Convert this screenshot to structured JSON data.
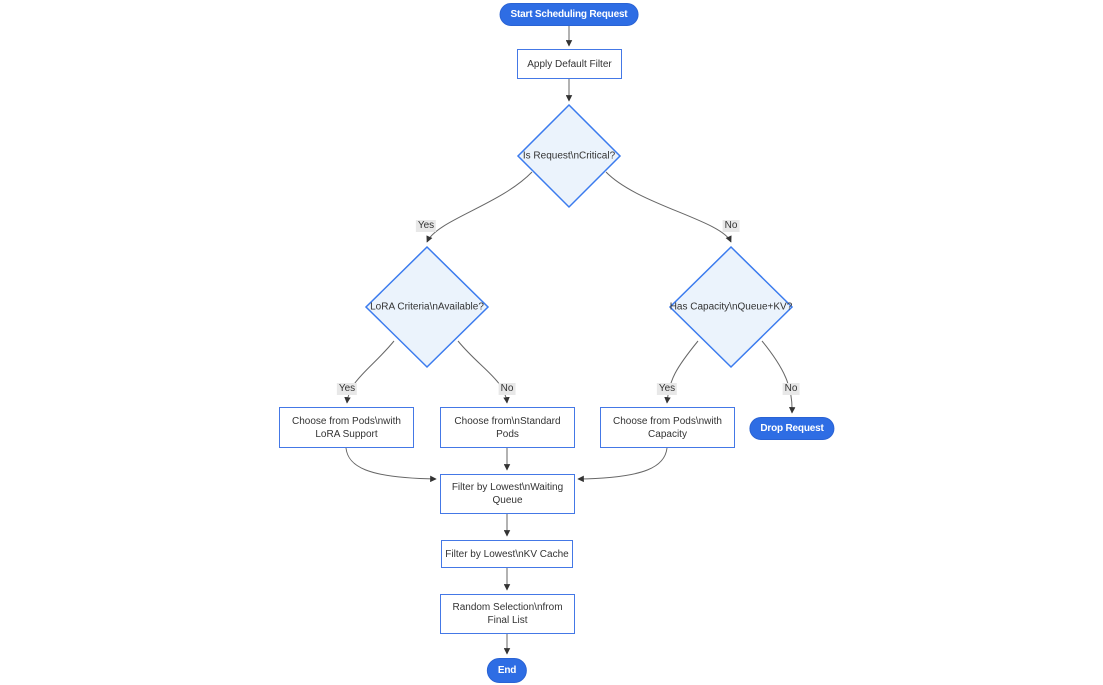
{
  "diagram": {
    "type": "flowchart",
    "direction": "top-down",
    "nodes": {
      "start": {
        "shape": "stadium",
        "label": "Start Scheduling Request"
      },
      "apply_filter": {
        "shape": "rect",
        "label": "Apply Default Filter"
      },
      "is_critical": {
        "shape": "decision",
        "label": "Is Request\\nCritical?"
      },
      "lora_criteria": {
        "shape": "decision",
        "label": "LoRA Criteria\\nAvailable?"
      },
      "has_capacity": {
        "shape": "decision",
        "label": "Has Capacity\\nQueue+KV?"
      },
      "choose_lora_pods": {
        "shape": "rect",
        "label": [
          "Choose from Pods\\nwith",
          "LoRA Support"
        ]
      },
      "choose_standard_pods": {
        "shape": "rect",
        "label": [
          "Choose from\\nStandard",
          "Pods"
        ]
      },
      "choose_capacity_pods": {
        "shape": "rect",
        "label": [
          "Choose from Pods\\nwith",
          "Capacity"
        ]
      },
      "drop_request": {
        "shape": "stadium",
        "label": "Drop Request"
      },
      "filter_waiting_queue": {
        "shape": "rect",
        "label": [
          "Filter by Lowest\\nWaiting",
          "Queue"
        ]
      },
      "filter_kv_cache": {
        "shape": "rect",
        "label": "Filter by Lowest\\nKV Cache"
      },
      "random_selection": {
        "shape": "rect",
        "label": [
          "Random Selection\\nfrom",
          "Final List"
        ]
      },
      "end": {
        "shape": "stadium",
        "label": "End"
      }
    },
    "edges": [
      {
        "from": "start",
        "to": "apply_filter",
        "label": ""
      },
      {
        "from": "apply_filter",
        "to": "is_critical",
        "label": ""
      },
      {
        "from": "is_critical",
        "to": "lora_criteria",
        "label": "Yes"
      },
      {
        "from": "is_critical",
        "to": "has_capacity",
        "label": "No"
      },
      {
        "from": "lora_criteria",
        "to": "choose_lora_pods",
        "label": "Yes"
      },
      {
        "from": "lora_criteria",
        "to": "choose_standard_pods",
        "label": "No"
      },
      {
        "from": "has_capacity",
        "to": "choose_capacity_pods",
        "label": "Yes"
      },
      {
        "from": "has_capacity",
        "to": "drop_request",
        "label": "No"
      },
      {
        "from": "choose_lora_pods",
        "to": "filter_waiting_queue",
        "label": ""
      },
      {
        "from": "choose_standard_pods",
        "to": "filter_waiting_queue",
        "label": ""
      },
      {
        "from": "choose_capacity_pods",
        "to": "filter_waiting_queue",
        "label": ""
      },
      {
        "from": "filter_waiting_queue",
        "to": "filter_kv_cache",
        "label": ""
      },
      {
        "from": "filter_kv_cache",
        "to": "random_selection",
        "label": ""
      },
      {
        "from": "random_selection",
        "to": "end",
        "label": ""
      }
    ],
    "colors": {
      "bg": "#ffffff",
      "text": "#333333",
      "edge": "#666666",
      "arrow": "#333333",
      "node_border": "#4478e6",
      "node_fill": "#ffffff",
      "decision_border": "#3b7bee",
      "decision_fill": "#ebf3fc",
      "terminal_fill": "#2e6de4",
      "terminal_border": "#2a63d4",
      "terminal_text": "#ffffff",
      "label_bg": "#e8e8e8"
    }
  }
}
